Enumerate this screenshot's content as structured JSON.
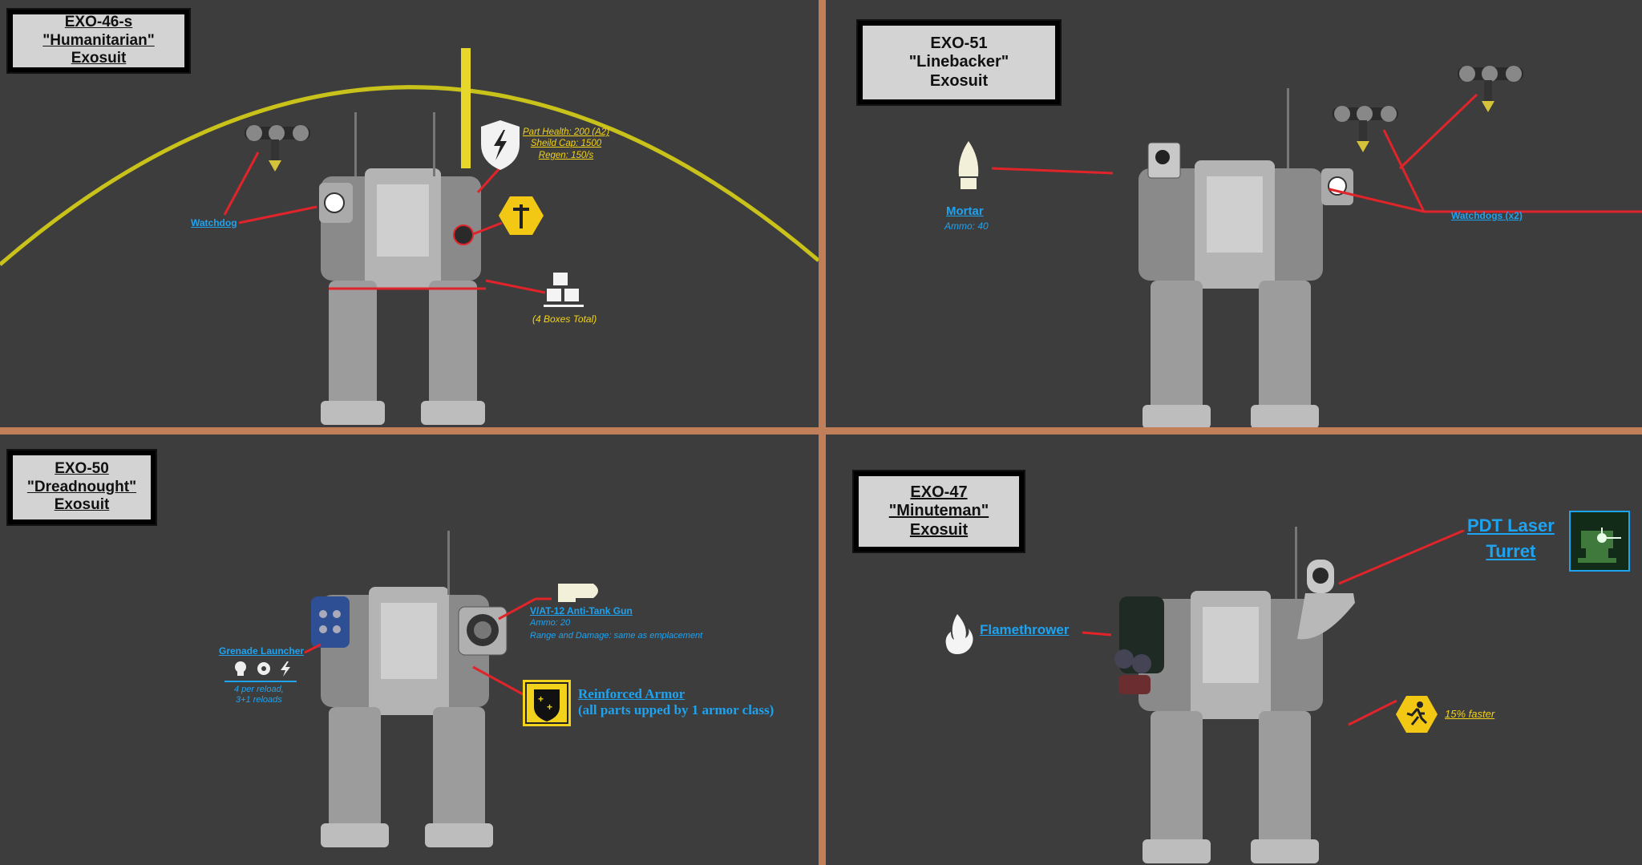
{
  "colors": {
    "background": "#3d3d3d",
    "divider": "#c17f59",
    "label_blue": "#1ea3f0",
    "label_yellow": "#f2d21b",
    "leader_red": "#e0242a",
    "arc_yellow": "#c9c21a",
    "mech_gray": "#9a9a9a"
  },
  "panels": {
    "top_left": {
      "title": [
        "EXO-46-s",
        "\"Humanitarian\"",
        "Exosuit"
      ],
      "watchdog": "Watchdog",
      "shield": [
        "Part Health: 200 (A2)",
        "Sheild Cap: 1500",
        "Regen: 150/s"
      ],
      "boxes": "(4 Boxes Total)",
      "icons": [
        "watchdog-drone-icon",
        "shield-bolt-icon",
        "repair-tool-icon",
        "supply-boxes-icon"
      ]
    },
    "top_right": {
      "title": [
        "EXO-51",
        "\"Linebacker\"",
        "Exosuit"
      ],
      "mortar": "Mortar",
      "mortar_ammo": "Ammo: 40",
      "watchdogs": "Watchdogs (x2)",
      "icons": [
        "mortar-shell-icon",
        "watchdog-drone-icon"
      ]
    },
    "bottom_left": {
      "title": [
        "EXO-50",
        "\"Dreadnought\"",
        "Exosuit"
      ],
      "grenade": "Grenade Launcher",
      "grenade_notes": [
        "4 per reload,",
        "3+1 reloads"
      ],
      "atgun": "V/AT-12 Anti-Tank Gun",
      "atgun_ammo": "Ammo: 20",
      "atgun_range": "Range and Damage: same as emplacement",
      "armor": "Reinforced Armor",
      "armor_note": "(all parts upped by 1 armor class)",
      "icons": [
        "skull-icon",
        "gear-icon",
        "bolt-icon",
        "cannon-shell-icon",
        "armor-plus-icon"
      ]
    },
    "bottom_right": {
      "title": [
        "EXO-47",
        "\"Minuteman\"",
        "Exosuit"
      ],
      "laser": [
        "PDT Laser",
        "Turret"
      ],
      "flamethrower": "Flamethrower",
      "speed": "15% faster",
      "icons": [
        "laser-turret-icon",
        "flame-icon",
        "running-man-icon"
      ]
    }
  }
}
